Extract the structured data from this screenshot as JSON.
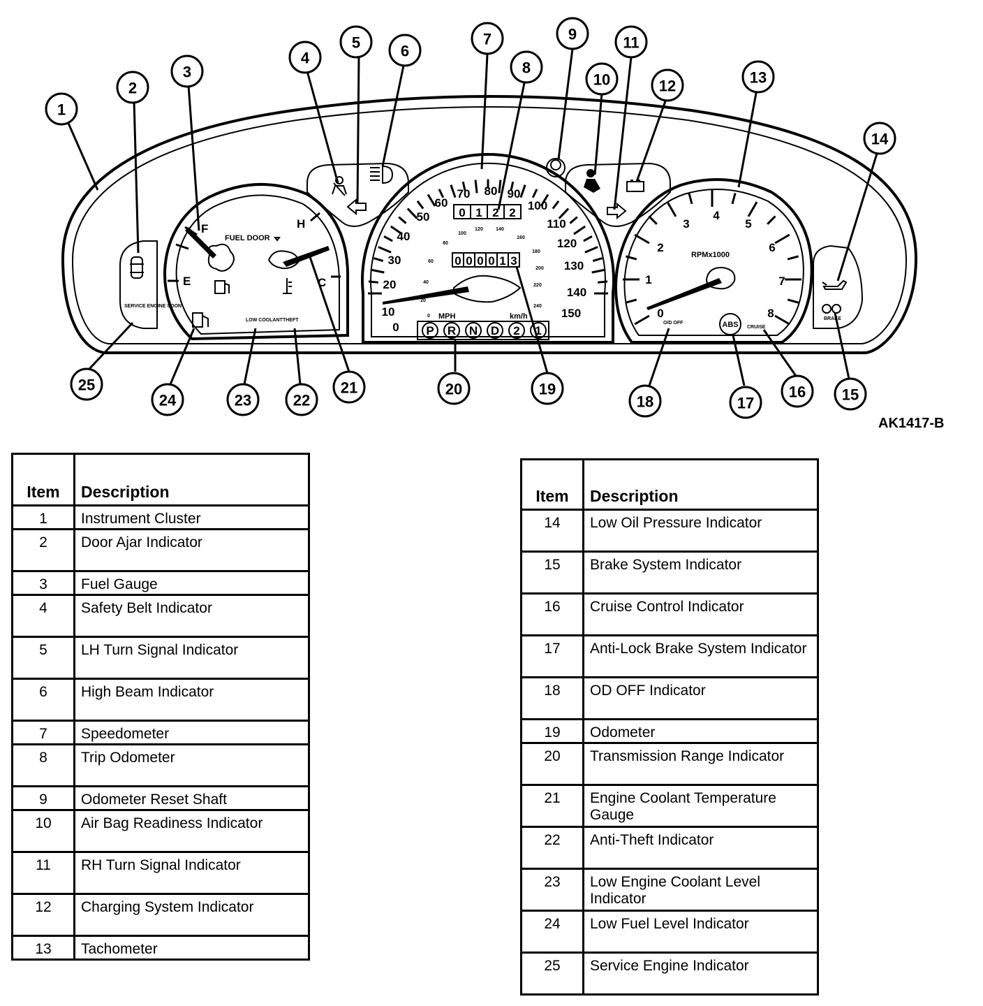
{
  "figure_id": "AK1417-B",
  "gauge_text": {
    "fuel_door": "FUEL DOOR",
    "fuel_full": "F",
    "fuel_empty": "E",
    "temp_hot": "H",
    "temp_cold": "C",
    "mph_unit": "MPH",
    "kmh_unit": "km/h",
    "rpm_unit": "RPMx1000",
    "trip_odometer": "0122",
    "odometer": "000013",
    "abs_badge": "ABS",
    "cruise_label": "CRUISE",
    "brake_label": "BRAKE",
    "od_off_label": "O/D OFF",
    "low_coolant_label": "LOW COOLANT",
    "theft_label": "THEFT",
    "service_label": "SERVICE ENGINE SOON"
  },
  "mph_scale": [
    "0",
    "10",
    "20",
    "30",
    "40",
    "50",
    "60",
    "70",
    "80",
    "90",
    "100",
    "110",
    "120",
    "130",
    "140",
    "150"
  ],
  "kmh_scale": [
    "0",
    "20",
    "40",
    "60",
    "80",
    "100",
    "120",
    "140",
    "160",
    "180",
    "200",
    "220",
    "240"
  ],
  "rpm_scale": [
    "0",
    "1",
    "2",
    "3",
    "4",
    "5",
    "6",
    "7",
    "8"
  ],
  "prndl": [
    "P",
    "R",
    "N",
    "D",
    "2",
    "1"
  ],
  "callouts": [
    "1",
    "2",
    "3",
    "4",
    "5",
    "6",
    "7",
    "8",
    "9",
    "10",
    "11",
    "12",
    "13",
    "14",
    "15",
    "16",
    "17",
    "18",
    "19",
    "20",
    "21",
    "22",
    "23",
    "24",
    "25"
  ],
  "legend_header": {
    "item": "Item",
    "description": "Description"
  },
  "legend_left": [
    {
      "item": "1",
      "description": "Instrument Cluster"
    },
    {
      "item": "2",
      "description": "Door Ajar Indicator"
    },
    {
      "item": "3",
      "description": "Fuel Gauge"
    },
    {
      "item": "4",
      "description": "Safety Belt Indicator"
    },
    {
      "item": "5",
      "description": "LH Turn Signal Indicator"
    },
    {
      "item": "6",
      "description": "High Beam Indicator"
    },
    {
      "item": "7",
      "description": "Speedometer"
    },
    {
      "item": "8",
      "description": "Trip Odometer"
    },
    {
      "item": "9",
      "description": "Odometer Reset Shaft"
    },
    {
      "item": "10",
      "description": "Air Bag Readiness Indicator"
    },
    {
      "item": "11",
      "description": "RH Turn Signal Indicator"
    },
    {
      "item": "12",
      "description": "Charging System Indicator"
    },
    {
      "item": "13",
      "description": "Tachometer"
    }
  ],
  "legend_right": [
    {
      "item": "14",
      "description": "Low Oil Pressure Indicator"
    },
    {
      "item": "15",
      "description": "Brake System Indicator"
    },
    {
      "item": "16",
      "description": "Cruise Control Indicator"
    },
    {
      "item": "17",
      "description": "Anti-Lock Brake System Indicator"
    },
    {
      "item": "18",
      "description": "OD OFF Indicator"
    },
    {
      "item": "19",
      "description": "Odometer"
    },
    {
      "item": "20",
      "description": "Transmission Range Indicator"
    },
    {
      "item": "21",
      "description": "Engine Coolant Temperature Gauge"
    },
    {
      "item": "22",
      "description": "Anti-Theft Indicator"
    },
    {
      "item": "23",
      "description": "Low Engine Coolant Level Indicator"
    },
    {
      "item": "24",
      "description": "Low Fuel Level Indicator"
    },
    {
      "item": "25",
      "description": "Service Engine Indicator"
    }
  ]
}
